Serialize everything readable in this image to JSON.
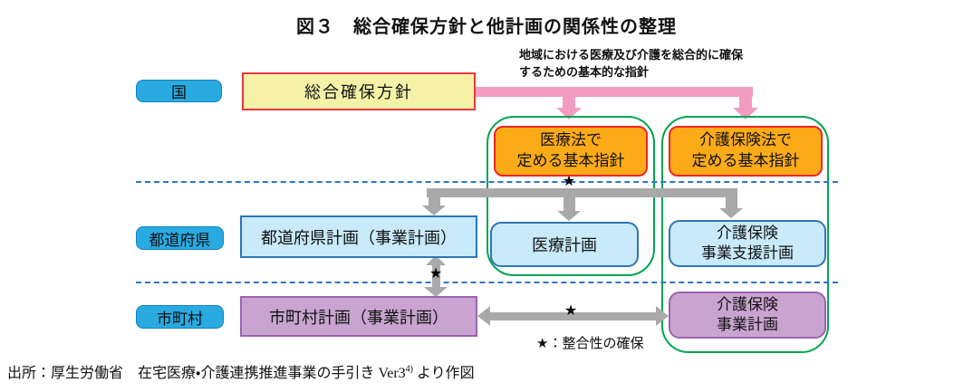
{
  "figure": {
    "title": "図３　総合確保方針と他計画の関係性の整理",
    "source": {
      "prefix": "出所：厚生労働省　在宅医療・介護連携推進事業の手引き Ver3",
      "sup": "4)",
      "suffix": " より作図"
    }
  },
  "levels": {
    "national": "国",
    "prefecture": "都道府県",
    "municipality": "市町村"
  },
  "nodes": {
    "sogo_policy": "総合確保方針",
    "medical_guideline": {
      "line1": "医療法で",
      "line2": "定める基本指針"
    },
    "ltc_guideline": {
      "line1": "介護保険法で",
      "line2": "定める基本指針"
    },
    "pref_plan": "都道府県計画（事業計画）",
    "medical_plan": "医療計画",
    "ltc_support_plan": {
      "line1": "介護保険",
      "line2": "事業支援計画"
    },
    "muni_plan": "市町村計画（事業計画）",
    "ltc_plan": {
      "line1": "介護保険",
      "line2": "事業計画"
    }
  },
  "annotations": {
    "pink_note": {
      "line1": "地域における医療及び介護を総合的に確保",
      "line2": "するための基本的な指針"
    },
    "star": "★",
    "legend": "★：整合性の確保"
  },
  "colors": {
    "level_label_fill": "#29ABE2",
    "policy_fill": "#F5F2A8",
    "policy_border": "#E8383D",
    "guideline_fill": "#FBAB18",
    "guideline_border": "#EE2724",
    "plan_blue_fill": "#C8EAFB",
    "plan_blue_border": "#2E75B6",
    "plan_purple_fill": "#C9A4D1",
    "plan_purple_border": "#9C64AC",
    "group_border": "#00A650",
    "pink_arrow": "#F49BC1",
    "gray_arrow": "#A9A9A9",
    "dashed_line": "#2E75C8"
  }
}
